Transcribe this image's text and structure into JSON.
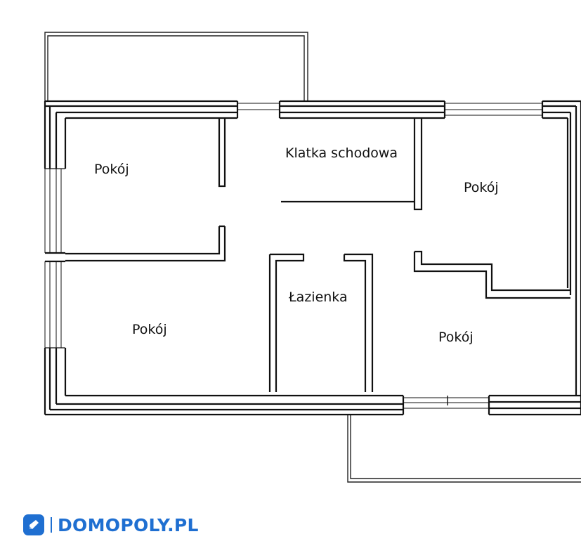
{
  "rooms": {
    "top_left": "Pokój",
    "stairwell": "Klatka schodowa",
    "top_right": "Pokój",
    "bottom_left": "Pokój",
    "bathroom": "Łazienka",
    "bottom_right": "Pokój"
  },
  "brand": {
    "name": "DOMOPOLY.PL",
    "color": "#1f6fd1",
    "icon": "house-pen-logo-icon"
  },
  "colors": {
    "wall": "#111111",
    "background": "#ffffff"
  }
}
